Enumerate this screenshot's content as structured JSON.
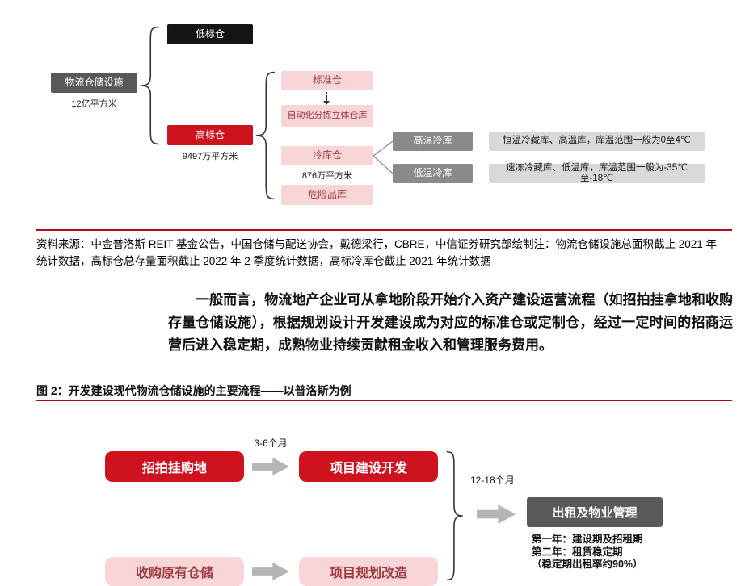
{
  "colors": {
    "brand_red": "#ce121e",
    "line_red": "#ae0c15",
    "pink": "#f8d5d7",
    "pink_text": "#9e3c41",
    "dark_gray": "#595959",
    "mid_gray": "#8a8a8a",
    "light_gray": "#d9d9d9",
    "ink": "#1a1a1a",
    "arrow_gray": "#b5b5b5"
  },
  "figure1": {
    "root": {
      "label": "物流仓储设施",
      "area": "12亿平方米"
    },
    "branches": {
      "low_standard": {
        "label": "低标仓"
      },
      "high_standard": {
        "label": "高标仓",
        "area": "9497万平方米"
      }
    },
    "high_standard_types": {
      "standard": {
        "label": "标准仓"
      },
      "automated": {
        "label": "自动化分拣立体仓库"
      },
      "cold": {
        "label": "冷库仓",
        "area": "876万平方米"
      },
      "dangerous": {
        "label": "危险品库"
      }
    },
    "cold_types": {
      "high_temp": {
        "label": "高温冷库",
        "desc": "恒温冷藏库、高温库，库温范围一般为0至4℃"
      },
      "low_temp": {
        "label": "低温冷库",
        "desc": "速冻冷藏库、低温库，库温范围一般为-35℃至-18℃"
      }
    }
  },
  "source_note": {
    "line1": "资料来源：中金普洛斯 REIT 基金公告，中国仓储与配送协会，戴德梁行，CBRE，中信证券研究部绘制注：物流仓储设施总面积截止 2021 年",
    "line2": "统计数据，高标仓总存量面积截止 2022 年 2 季度统计数据，高标冷库仓截止 2021 年统计数据"
  },
  "body_paragraph": "一般而言，物流地产企业可从拿地阶段开始介入资产建设运营流程（如招拍挂拿地和收购存量仓储设施），根据规划设计开发建设成为对应的标准仓或定制仓，经过一定时间的招商运营后进入稳定期，成熟物业持续贡献租金收入和管理服务费用。",
  "figure2": {
    "title": "图 2：开发建设现代物流仓储设施的主要流程——以普洛斯为例",
    "flow": {
      "acquire_land": "招拍挂购地",
      "develop": "项目建设开发",
      "acquire_warehouse": "收购原有仓储",
      "renovate": "项目规划改造",
      "operate": "出租及物业管理",
      "duration_top": "3-6个月",
      "duration_right": "12-18个月"
    },
    "notes": {
      "line1": "第一年：建设期及招租期",
      "line2": "第二年：租赁稳定期",
      "line3": "（稳定期出租率约90%）"
    }
  }
}
